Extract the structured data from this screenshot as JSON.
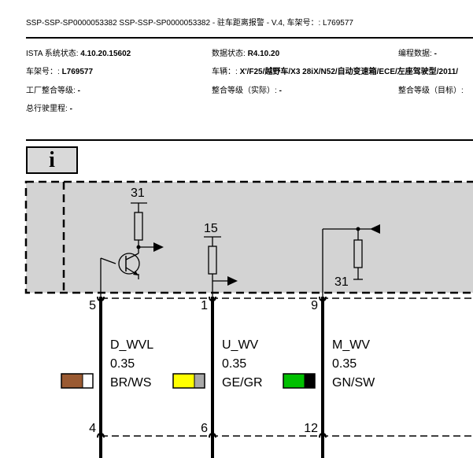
{
  "header": {
    "title": "SSP-SSP-SP0000053382 SSP-SSP-SP0000053382 - 驻车距离报警 - V.4, 车架号：: L769577"
  },
  "info": {
    "ista_label": "ISTA 系统状态: ",
    "ista_value": "4.10.20.15602",
    "data_label": "数据状态: ",
    "data_value": "R4.10.20",
    "prog_label": "编程数据: ",
    "prog_value": "-",
    "vin_label": "车架号：: ",
    "vin_value": "L769577",
    "vehicle_label": "车辆：: ",
    "vehicle_value": "X'/F25/越野车/X3 28iX/N52/自动变速箱/ECE/左座驾驶型/2011/",
    "factory_label": "工厂整合等级: ",
    "factory_value": "-",
    "actual_label": "整合等级（实际）: ",
    "actual_value": "-",
    "target_label": "整合等级（目标）: ",
    "target_value": "",
    "mileage_label": "总行驶里程: ",
    "mileage_value": "-"
  },
  "info_icon": "i",
  "diagram": {
    "nodes": {
      "node31a": "31",
      "node15": "15",
      "node31b": "31"
    },
    "wires": [
      {
        "pin_top": "5",
        "pin_bottom": "4",
        "signal": "D_WVL",
        "gauge": "0.35",
        "color_code": "BR/WS",
        "swatch": [
          "#9a5a32",
          "#ffffff"
        ]
      },
      {
        "pin_top": "1",
        "pin_bottom": "6",
        "signal": "U_WV",
        "gauge": "0.35",
        "color_code": "GE/GR",
        "swatch": [
          "#ffff00",
          "#a8a8a8"
        ]
      },
      {
        "pin_top": "9",
        "pin_bottom": "12",
        "signal": "M_WV",
        "gauge": "0.35",
        "color_code": "GN/SW",
        "swatch": [
          "#00c000",
          "#000000"
        ]
      }
    ],
    "colors": {
      "panel": "#d3d3d3"
    }
  }
}
